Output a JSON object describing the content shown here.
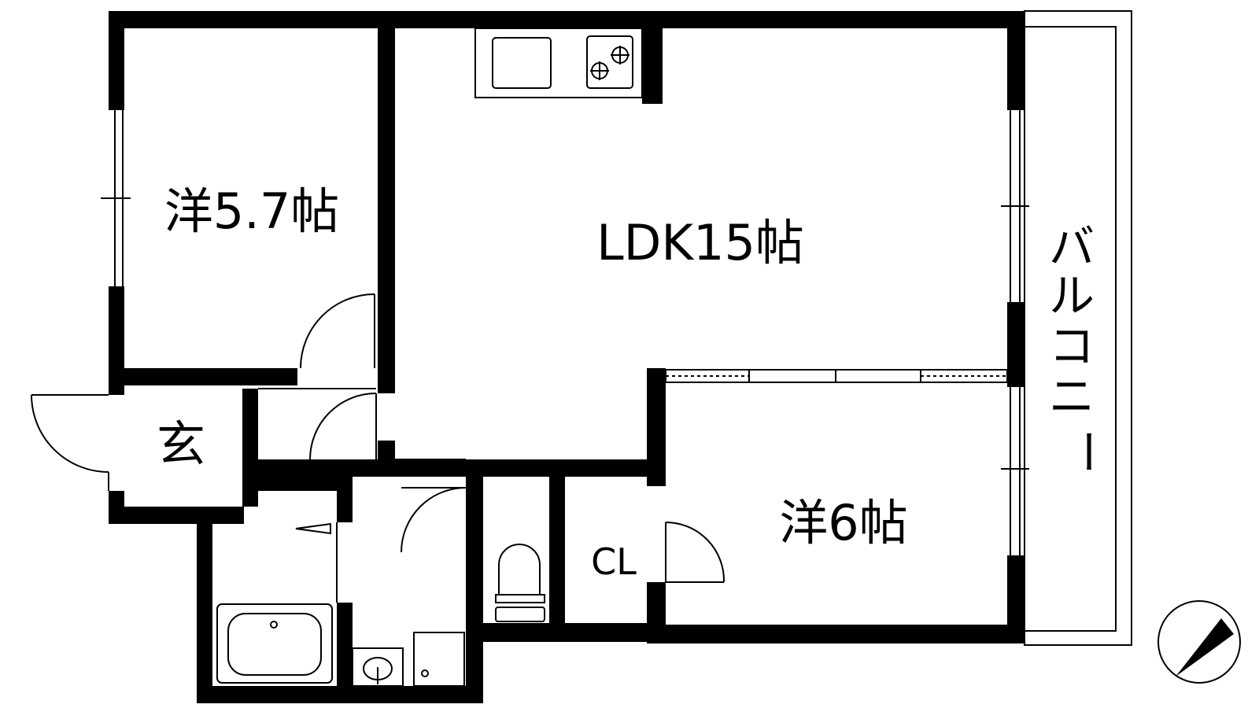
{
  "rooms": {
    "western_a": "洋5.7帖",
    "ldk": "LDK15帖",
    "western_b": "洋6帖",
    "entrance": "玄",
    "closet": "CL"
  },
  "balcony": {
    "chars": [
      "バ",
      "ル",
      "コ",
      "ニ",
      "ー"
    ]
  },
  "colors": {
    "wall": "#000000",
    "line": "#000000",
    "background": "#ffffff"
  },
  "icons": [
    "stove-icon",
    "sink-icon",
    "bathtub-icon",
    "toilet-icon",
    "washbasin-icon",
    "washer-pan-icon",
    "compass-icon"
  ]
}
